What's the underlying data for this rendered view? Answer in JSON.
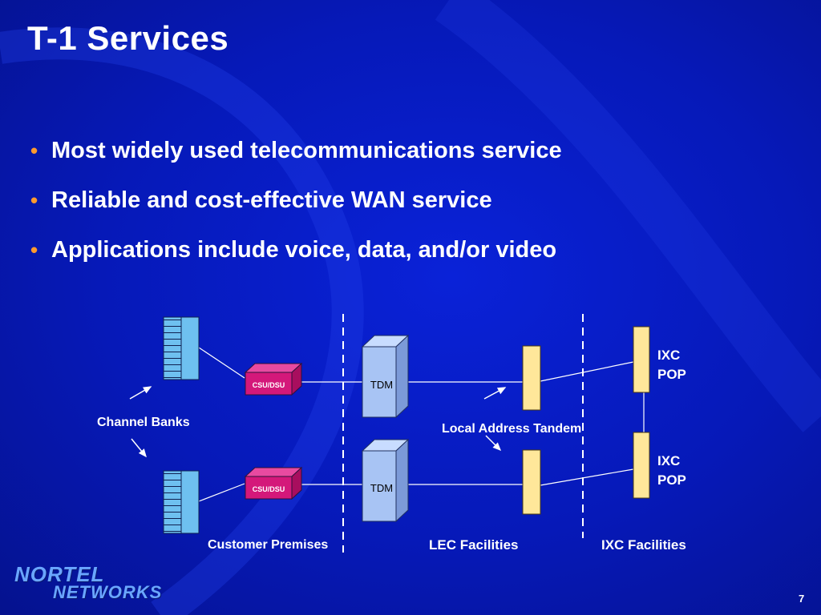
{
  "slide": {
    "title": "T-1 Services",
    "bullets": [
      "Most widely used telecommunications service",
      "Reliable and cost-effective WAN service",
      "Applications include voice, data, and/or video"
    ],
    "page_number": "7"
  },
  "diagram": {
    "labels": {
      "channel_banks": "Channel Banks",
      "local_tandem": "Local Address Tandem",
      "customer_premises": "Customer Premises",
      "lec_facilities": "LEC Facilities",
      "ixc_facilities": "IXC Facilities",
      "ixc_pop_top_line1": "IXC",
      "ixc_pop_top_line2": "POP",
      "ixc_pop_bottom_line1": "IXC",
      "ixc_pop_bottom_line2": "POP"
    },
    "devices": {
      "csu_dsu_top": "CSU/DSU",
      "csu_dsu_bottom": "CSU/DSU",
      "tdm_top": "TDM",
      "tdm_bottom": "TDM"
    }
  },
  "logo": {
    "line1": "NORTEL",
    "line2": "NETWORKS"
  },
  "colors": {
    "background": "#0619b8",
    "bullet": "#ff9a2e",
    "channel_bank": "#6ec0f0",
    "csu_dsu": "#d4187a",
    "tdm": "#a8c4f4",
    "tandem": "#ffe79a",
    "logo": "#6aa6ff"
  }
}
